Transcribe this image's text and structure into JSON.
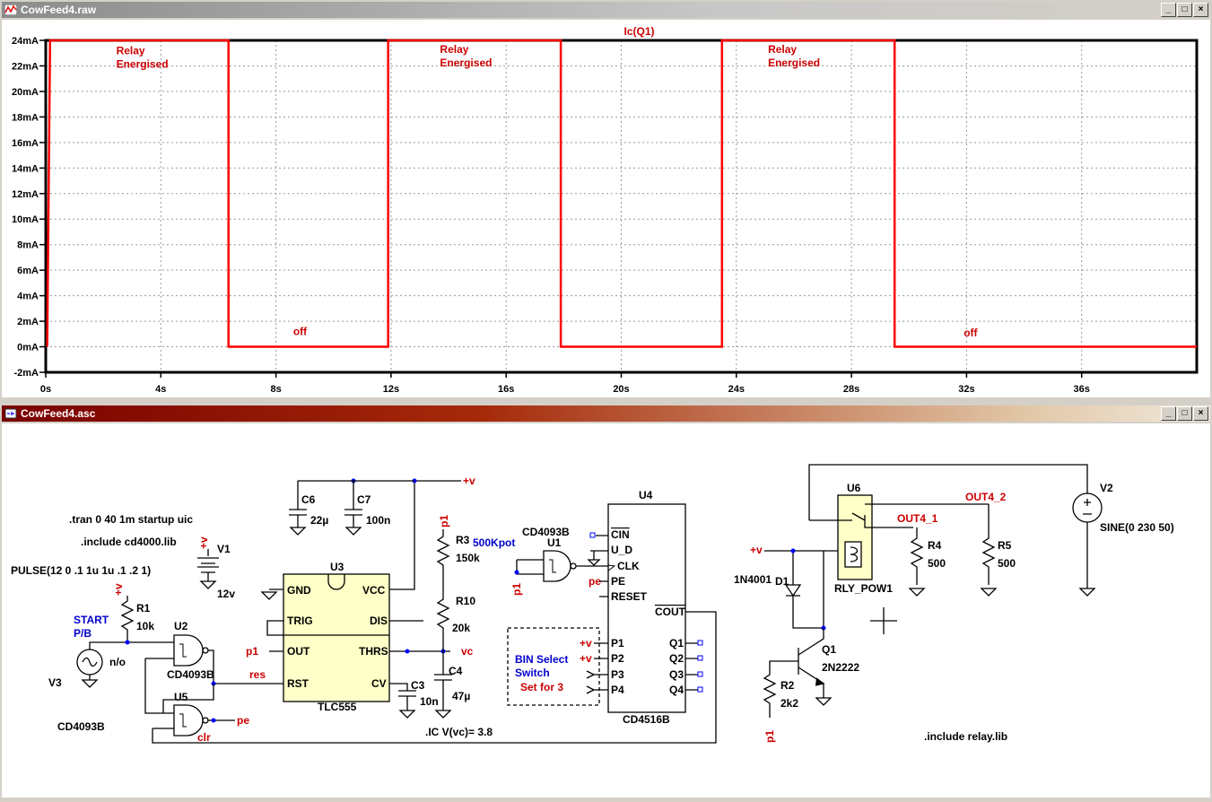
{
  "waveform_window": {
    "title": "CowFeed4.raw",
    "buttons": [
      "minimize",
      "maximize",
      "close"
    ]
  },
  "schematic_window": {
    "title": "CowFeed4.asc",
    "buttons": [
      "minimize",
      "maximize",
      "close"
    ]
  },
  "chart_data": {
    "type": "line",
    "title": "Ic(Q1)",
    "xlabel": "",
    "ylabel": "",
    "xlim": [
      0,
      40
    ],
    "ylim": [
      -2,
      24
    ],
    "x_ticks": [
      "0s",
      "4s",
      "8s",
      "12s",
      "16s",
      "20s",
      "24s",
      "28s",
      "32s",
      "36s"
    ],
    "y_ticks": [
      "24mA",
      "22mA",
      "20mA",
      "18mA",
      "16mA",
      "14mA",
      "12mA",
      "10mA",
      "8mA",
      "6mA",
      "4mA",
      "2mA",
      "0mA",
      "-2mA"
    ],
    "grid": true,
    "series": [
      {
        "name": "Ic(Q1)",
        "color": "#ff0000",
        "x": [
          0.05,
          0.15,
          6.35,
          6.35,
          11.9,
          11.9,
          17.9,
          17.9,
          23.5,
          23.5,
          29.5,
          29.5,
          40
        ],
        "y": [
          0,
          24,
          24,
          0,
          0,
          24,
          24,
          0,
          0,
          24,
          24,
          0,
          0
        ]
      }
    ],
    "annotations": [
      {
        "lines": [
          "Relay",
          "Energised"
        ],
        "x": 2.45,
        "y": 22.9
      },
      {
        "lines": [
          "Relay",
          "Energised"
        ],
        "x": 13.7,
        "y": 23.0
      },
      {
        "lines": [
          "Relay",
          "Energised"
        ],
        "x": 25.1,
        "y": 23.0
      },
      {
        "lines": [
          "off"
        ],
        "x": 8.6,
        "y": 0.9
      },
      {
        "lines": [
          "off"
        ],
        "x": 31.9,
        "y": 0.8
      }
    ]
  },
  "schematic": {
    "directives": {
      "tran": ".tran 0 40 1m startup uic",
      "include_cd4000": ".include cd4000.lib",
      "include_relay": ".include relay.lib",
      "ic": ".IC V(vc)= 3.8"
    },
    "sources": {
      "v1_name": "V1",
      "v1_value": "12v",
      "v2_name": "V2",
      "v2_value": "SINE(0 230 50)",
      "v3_name": "V3",
      "v3_value": "PULSE(12 0 .1 1u 1u .1 .2 1)",
      "v3_note": "n/o",
      "start_label": "START",
      "pb_label": "P/B"
    },
    "timer": {
      "name": "U3",
      "part": "TLC555",
      "pins": {
        "gnd": "GND",
        "trig": "TRIG",
        "out": "OUT",
        "rst": "RST",
        "vcc": "VCC",
        "dis": "DIS",
        "thrs": "THRS",
        "cv": "CV"
      }
    },
    "counter": {
      "name": "U4",
      "part": "CD4516B",
      "pins": {
        "cin": "CIN",
        "ud": "U_D",
        "clk": "CLK",
        "pe": "PE",
        "reset": "RESET",
        "cout": "COUT",
        "p1": "P1",
        "p2": "P2",
        "p3": "P3",
        "p4": "P4",
        "q1": "Q1",
        "q2": "Q2",
        "q3": "Q3",
        "q4": "Q4"
      }
    },
    "gates": {
      "u1": "U1",
      "u1_part": "CD4093B",
      "u2": "U2",
      "u2_part": "CD4093B",
      "u5": "U5",
      "u5_part": "CD4093B"
    },
    "passives": {
      "c6": "C6",
      "c6_val": "22µ",
      "c7": "C7",
      "c7_val": "100n",
      "c3": "C3",
      "c3_val": "10n",
      "c4": "C4",
      "c4_val": "47µ",
      "r1": "R1",
      "r1_val": "10k",
      "r3": "R3",
      "r3_val": "150k",
      "r3_note": "500Kpot",
      "r10": "R10",
      "r10_val": "20k",
      "r2": "R2",
      "r2_val": "2k2",
      "r4": "R4",
      "r4_val": "500",
      "r5": "R5",
      "r5_val": "500"
    },
    "driver": {
      "d1": "D1",
      "d1_part": "1N4001",
      "q1": "Q1",
      "q1_part": "2N2222",
      "relay": "U6",
      "relay_part": "RLY_POW1"
    },
    "nets": {
      "pv": "+v",
      "p1": "p1",
      "vc": "vc",
      "res": "res",
      "pe": "pe",
      "clr": "clr",
      "out4_1": "OUT4_1",
      "out4_2": "OUT4_2"
    },
    "bin_select": [
      "BIN Select",
      "Switch",
      "Set  for 3"
    ]
  }
}
